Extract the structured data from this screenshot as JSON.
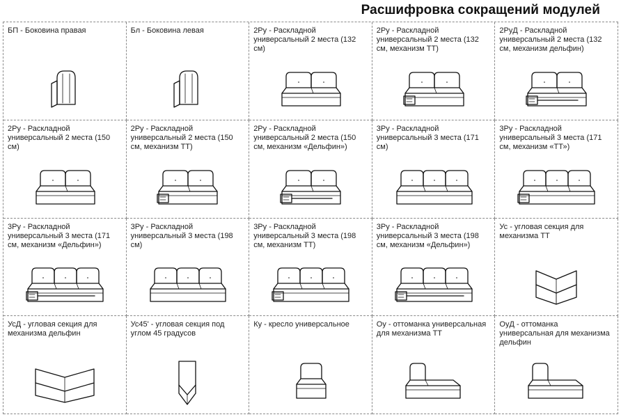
{
  "title": "Расшифровка сокращений модулей",
  "modules": [
    {
      "label": "БП - Боковина правая",
      "icon": "armrest-right-icon"
    },
    {
      "label": "Бл - Боковина левая",
      "icon": "armrest-left-icon"
    },
    {
      "label": "2Ру - Раскладной универсальный 2 места (132 см)",
      "icon": "sofa-2-seat-icon"
    },
    {
      "label": "2Ру - Раскладной универсальный 2 места (132 см, механизм ТТ)",
      "icon": "sofa-2-seat-tt-icon"
    },
    {
      "label": "2РуД - Раскладной универсальный 2 места (132 см, механизм дельфин)",
      "icon": "sofa-2-seat-dolphin-icon"
    },
    {
      "label": "2Ру - Раскладной универсальный 2 места (150 см)",
      "icon": "sofa-2-seat-icon"
    },
    {
      "label": "2Ру - Раскладной универсальный 2 места (150 см, механизм ТТ)",
      "icon": "sofa-2-seat-tt-icon"
    },
    {
      "label": "2Ру - Раскладной универсальный 2 места (150 см, механизм «Дельфин»)",
      "icon": "sofa-2-seat-dolphin-icon"
    },
    {
      "label": "3Ру - Раскладной универсальный 3 места (171 см)",
      "icon": "sofa-3-seat-icon"
    },
    {
      "label": "3Ру - Раскладной универсальный 3 места (171 см, механизм «ТТ»)",
      "icon": "sofa-3-seat-tt-icon"
    },
    {
      "label": "3Ру - Раскладной универсальный 3 места (171 см, механизм «Дельфин»)",
      "icon": "sofa-3-seat-dolphin-icon"
    },
    {
      "label": "3Ру - Раскладной универсальный 3 места (198 см)",
      "icon": "sofa-3-seat-icon"
    },
    {
      "label": "3Ру - Раскладной универсальный 3 места (198 см, механизм ТТ)",
      "icon": "sofa-3-seat-tt-icon"
    },
    {
      "label": "3Ру - Раскладной универсальный 3 места (198 см, механизм «Дельфин»)",
      "icon": "sofa-3-seat-dolphin-icon"
    },
    {
      "label": "Ус - угловая секция для механизма ТТ",
      "icon": "corner-section-icon"
    },
    {
      "label": "УсД - угловая секция для механизма дельфин",
      "icon": "corner-section-wide-icon"
    },
    {
      "label": "Ус45' - угловая секция под углом 45 градусов",
      "icon": "corner-45-section-icon"
    },
    {
      "label": "Ку - кресло универсальное",
      "icon": "armchair-icon"
    },
    {
      "label": "Оу - оттоманка универсальная для механизма ТТ",
      "icon": "ottoman-icon"
    },
    {
      "label": "ОуД - оттоманка универсальная для механизма дельфин",
      "icon": "ottoman-icon"
    }
  ]
}
